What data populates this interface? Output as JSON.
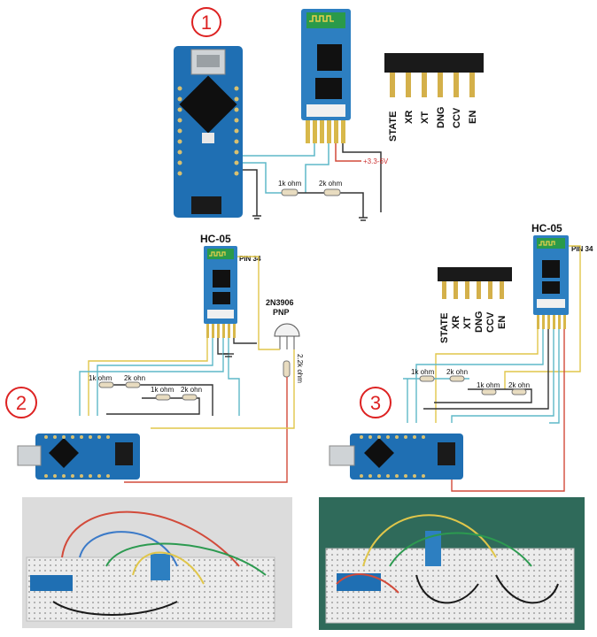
{
  "diagram": {
    "panel1": {
      "number": "1",
      "supply_label": "+3.3-6V",
      "resistor_a": "1k ohm",
      "resistor_b": "2k ohm"
    },
    "pin_header": {
      "pins": [
        "STATE",
        "XR",
        "XT",
        "DNG",
        "CCV",
        "EN"
      ]
    },
    "panel2": {
      "number": "2",
      "module_title": "HC-05",
      "pin34_label": "PIN 34",
      "transistor_name": "2N3906",
      "transistor_type": "PNP",
      "resistor_base": "2.2k ohm",
      "resistor_a1": "1k ohm",
      "resistor_b1": "2k ohn",
      "resistor_a2": "1k ohm",
      "resistor_b2": "2k ohn"
    },
    "panel3": {
      "number": "3",
      "module_title": "HC-05",
      "pin34_label": "PIN 34",
      "resistor_a1": "1k ohm",
      "resistor_b1": "2k ohn",
      "resistor_a2": "1k ohm",
      "resistor_b2": "2k ohn"
    },
    "colors": {
      "board_blue": "#1f6fb3",
      "module_blue": "#2d7fc1",
      "wire_yellow": "#e0c64a",
      "wire_cyan": "#5fb8c8",
      "wire_red": "#d24a3a",
      "wire_dark": "#333333"
    }
  }
}
